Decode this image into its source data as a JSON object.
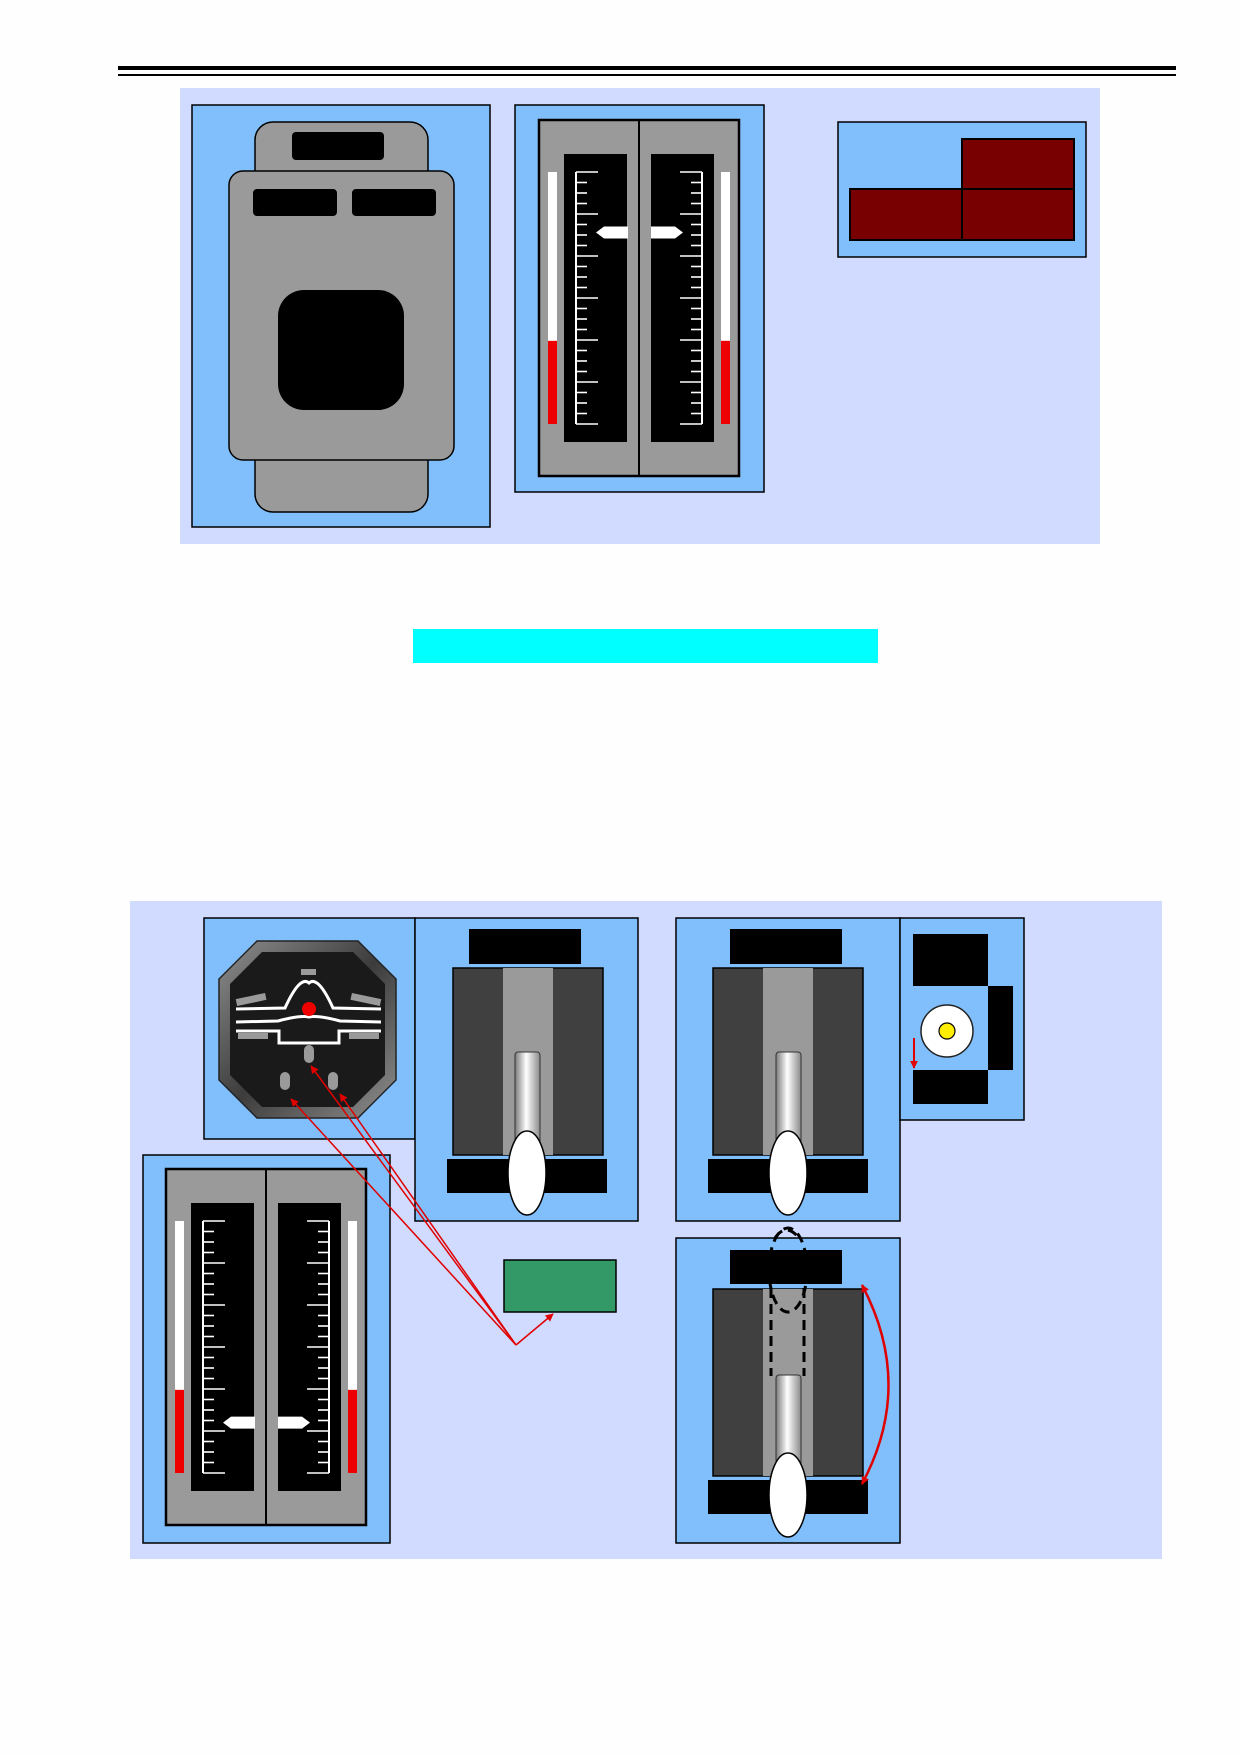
{
  "colors": {
    "page": "#fefefe",
    "panel_bg": "#d1daff",
    "module_bg": "#80bffb",
    "metal": "#9a9a9a",
    "display": "#000000",
    "dark_red": "#780000",
    "cyan": "#00ffff",
    "green": "#339966",
    "arrow_red": "#e00000",
    "indicator_red": "#ee0000",
    "dark_track": "#404040"
  },
  "gauges": {
    "top": {
      "left_fill": 0.33,
      "right_fill": 0.33,
      "left_pointer": 0.76,
      "right_pointer": 0.76
    },
    "bottom": {
      "left_fill": 0.33,
      "right_fill": 0.33,
      "left_pointer": 0.2,
      "right_pointer": 0.2
    }
  },
  "icons": {
    "attitude": "aircraft-attitude-indicator-icon",
    "light": "indicator-light-icon"
  }
}
